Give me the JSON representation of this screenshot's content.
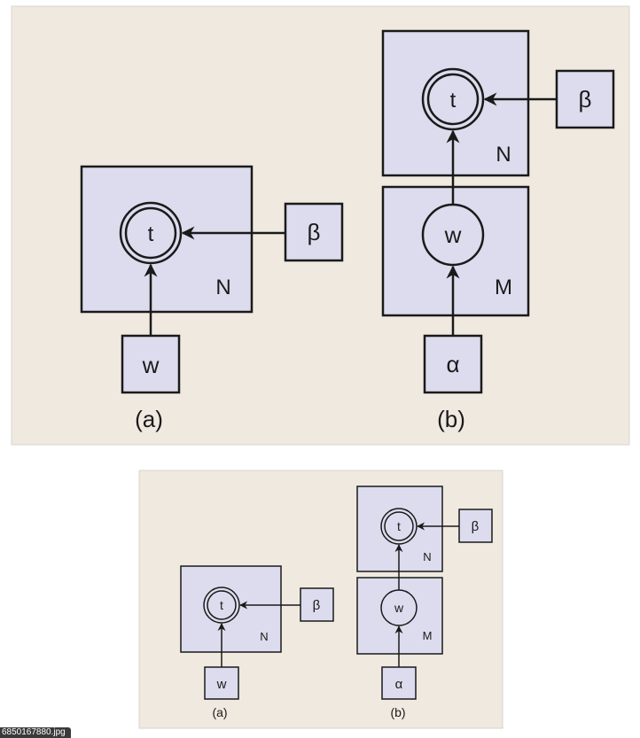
{
  "diagram": {
    "labels": {
      "t": "t",
      "w": "w",
      "beta": "β",
      "alpha": "α",
      "n": "N",
      "m": "M",
      "caption_a": "(a)",
      "caption_b": "(b)"
    }
  },
  "filename_tag": "6850167880.jpg",
  "colors": {
    "background": "#efe9e0",
    "plate_fill": "#dcdcee",
    "stroke": "#1a1a1a"
  }
}
